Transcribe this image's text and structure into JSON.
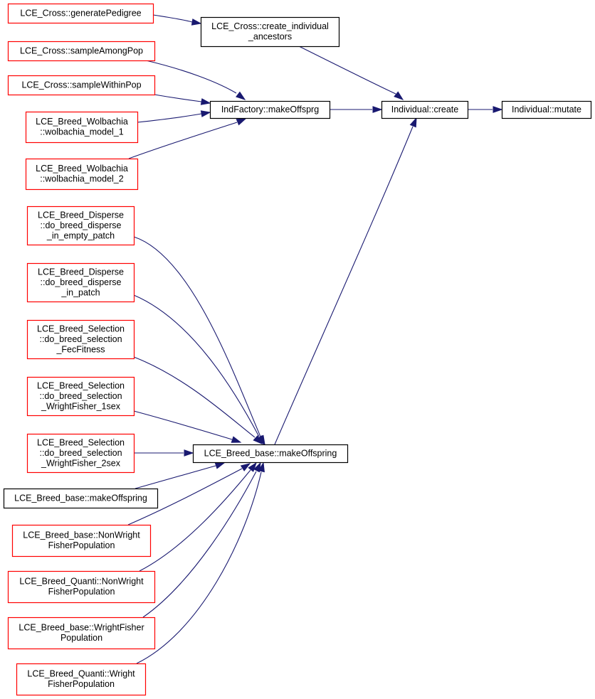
{
  "colors": {
    "edge": "#191970",
    "border_red": "#ff0000",
    "border_black": "#000000",
    "fill_white": "#ffffff",
    "fill_gray": "#bfbfbf"
  },
  "nodes": [
    {
      "id": "mutate",
      "lines": [
        "Individual::mutate"
      ],
      "border": "black",
      "fill": "gray"
    },
    {
      "id": "create",
      "lines": [
        "Individual::create"
      ],
      "border": "black",
      "fill": "white"
    },
    {
      "id": "create_anc",
      "lines": [
        "LCE_Cross::create_individual",
        "_ancestors"
      ],
      "border": "black",
      "fill": "white"
    },
    {
      "id": "genped",
      "lines": [
        "LCE_Cross::generatePedigree"
      ],
      "border": "red",
      "fill": "white"
    },
    {
      "id": "amongpop",
      "lines": [
        "LCE_Cross::sampleAmongPop"
      ],
      "border": "red",
      "fill": "white"
    },
    {
      "id": "withinpop",
      "lines": [
        "LCE_Cross::sampleWithinPop"
      ],
      "border": "red",
      "fill": "white"
    },
    {
      "id": "indfactory",
      "lines": [
        "IndFactory::makeOffsprg"
      ],
      "border": "black",
      "fill": "white"
    },
    {
      "id": "wol1",
      "lines": [
        "LCE_Breed_Wolbachia",
        "::wolbachia_model_1"
      ],
      "border": "red",
      "fill": "white"
    },
    {
      "id": "wol2",
      "lines": [
        "LCE_Breed_Wolbachia",
        "::wolbachia_model_2"
      ],
      "border": "red",
      "fill": "white"
    },
    {
      "id": "disp_empty",
      "lines": [
        "LCE_Breed_Disperse",
        "::do_breed_disperse",
        "_in_empty_patch"
      ],
      "border": "red",
      "fill": "white"
    },
    {
      "id": "disp_patch",
      "lines": [
        "LCE_Breed_Disperse",
        "::do_breed_disperse",
        "_in_patch"
      ],
      "border": "red",
      "fill": "white"
    },
    {
      "id": "sel_fec",
      "lines": [
        "LCE_Breed_Selection",
        "::do_breed_selection",
        "_FecFitness"
      ],
      "border": "red",
      "fill": "white"
    },
    {
      "id": "sel_wf1",
      "lines": [
        "LCE_Breed_Selection",
        "::do_breed_selection",
        "_WrightFisher_1sex"
      ],
      "border": "red",
      "fill": "white"
    },
    {
      "id": "sel_wf2",
      "lines": [
        "LCE_Breed_Selection",
        "::do_breed_selection",
        "_WrightFisher_2sex"
      ],
      "border": "red",
      "fill": "white"
    },
    {
      "id": "base_make",
      "lines": [
        "LCE_Breed_base::makeOffspring"
      ],
      "border": "black",
      "fill": "white"
    },
    {
      "id": "base_make2",
      "lines": [
        "LCE_Breed_base::makeOffspring"
      ],
      "border": "black",
      "fill": "white"
    },
    {
      "id": "base_nonwf",
      "lines": [
        "LCE_Breed_base::NonWright",
        "FisherPopulation"
      ],
      "border": "red",
      "fill": "white"
    },
    {
      "id": "quanti_nonwf",
      "lines": [
        "LCE_Breed_Quanti::NonWright",
        "FisherPopulation"
      ],
      "border": "red",
      "fill": "white"
    },
    {
      "id": "base_wf",
      "lines": [
        "LCE_Breed_base::WrightFisher",
        "Population"
      ],
      "border": "red",
      "fill": "white"
    },
    {
      "id": "quanti_wf",
      "lines": [
        "LCE_Breed_Quanti::Wright",
        "FisherPopulation"
      ],
      "border": "red",
      "fill": "white"
    }
  ],
  "edges": [
    {
      "from": "create",
      "to": "mutate"
    },
    {
      "from": "create_anc",
      "to": "create"
    },
    {
      "from": "indfactory",
      "to": "create"
    },
    {
      "from": "base_make",
      "to": "create"
    },
    {
      "from": "genped",
      "to": "create_anc"
    },
    {
      "from": "amongpop",
      "to": "indfactory"
    },
    {
      "from": "withinpop",
      "to": "indfactory"
    },
    {
      "from": "wol1",
      "to": "indfactory"
    },
    {
      "from": "wol2",
      "to": "indfactory"
    },
    {
      "from": "disp_empty",
      "to": "base_make"
    },
    {
      "from": "disp_patch",
      "to": "base_make"
    },
    {
      "from": "sel_fec",
      "to": "base_make"
    },
    {
      "from": "sel_wf1",
      "to": "base_make"
    },
    {
      "from": "sel_wf2",
      "to": "base_make"
    },
    {
      "from": "base_make2",
      "to": "base_make"
    },
    {
      "from": "base_nonwf",
      "to": "base_make"
    },
    {
      "from": "quanti_nonwf",
      "to": "base_make"
    },
    {
      "from": "base_wf",
      "to": "base_make"
    },
    {
      "from": "quanti_wf",
      "to": "base_make"
    }
  ]
}
